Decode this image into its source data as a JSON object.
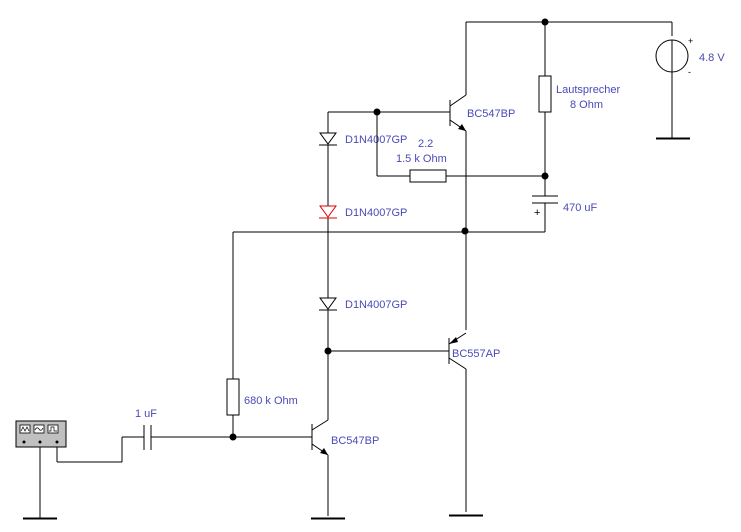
{
  "labels": {
    "supply_voltage": "4.8 V",
    "speaker_name": "Lautsprecher",
    "speaker_value": "8  Ohm",
    "q1": "BC547BP",
    "q2": "BC557AP",
    "q3": "BC547BP",
    "d1": "D1N4007GP",
    "d2": "D1N4007GP",
    "d3": "D1N4007GP",
    "r_feedback_a": "2.2",
    "r_feedback_b": "1.5 k Ohm",
    "cap_out": "470 uF",
    "r_bias": "680 k Ohm",
    "cap_in": "1 uF",
    "plus": "+",
    "minus": "-",
    "cap_plus": "+"
  },
  "colors": {
    "wire": "#000000",
    "label": "#4a4ab8",
    "highlighted_diode": "#e00000",
    "generator_fill": "#c0c0c0"
  },
  "icons": {
    "generator": "function-generator-icon",
    "supply": "dc-voltage-source-icon"
  }
}
